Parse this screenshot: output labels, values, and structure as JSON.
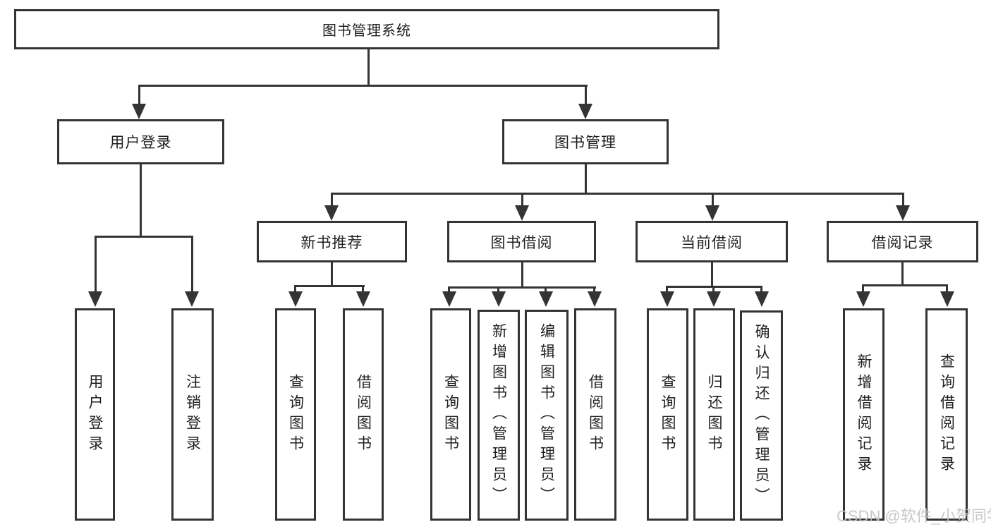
{
  "diagram": {
    "root": {
      "label": "图书管理系统"
    },
    "user_login": {
      "label": "用户登录",
      "children": [
        {
          "label": "用户登录"
        },
        {
          "label": "注销登录"
        }
      ]
    },
    "book_management": {
      "label": "图书管理",
      "children": [
        {
          "label": "新书推荐",
          "children": [
            {
              "label": "查询图书"
            },
            {
              "label": "借阅图书"
            }
          ]
        },
        {
          "label": "图书借阅",
          "children": [
            {
              "label": "查询图书"
            },
            {
              "label": "新增图书（管理员）"
            },
            {
              "label": "编辑图书（管理员）"
            },
            {
              "label": "借阅图书"
            }
          ]
        },
        {
          "label": "当前借阅",
          "children": [
            {
              "label": "查询图书"
            },
            {
              "label": "归还图书"
            },
            {
              "label": "确认归还（管理员）"
            }
          ]
        },
        {
          "label": "借阅记录",
          "children": [
            {
              "label": "新增借阅记录"
            },
            {
              "label": "查询借阅记录"
            }
          ]
        }
      ]
    },
    "watermark": "CSDN @软件_小贺同学",
    "colors": {
      "line": "#343434",
      "text": "#1f1f1f",
      "watermark": "#c3c3c3",
      "background": "#ffffff"
    }
  }
}
